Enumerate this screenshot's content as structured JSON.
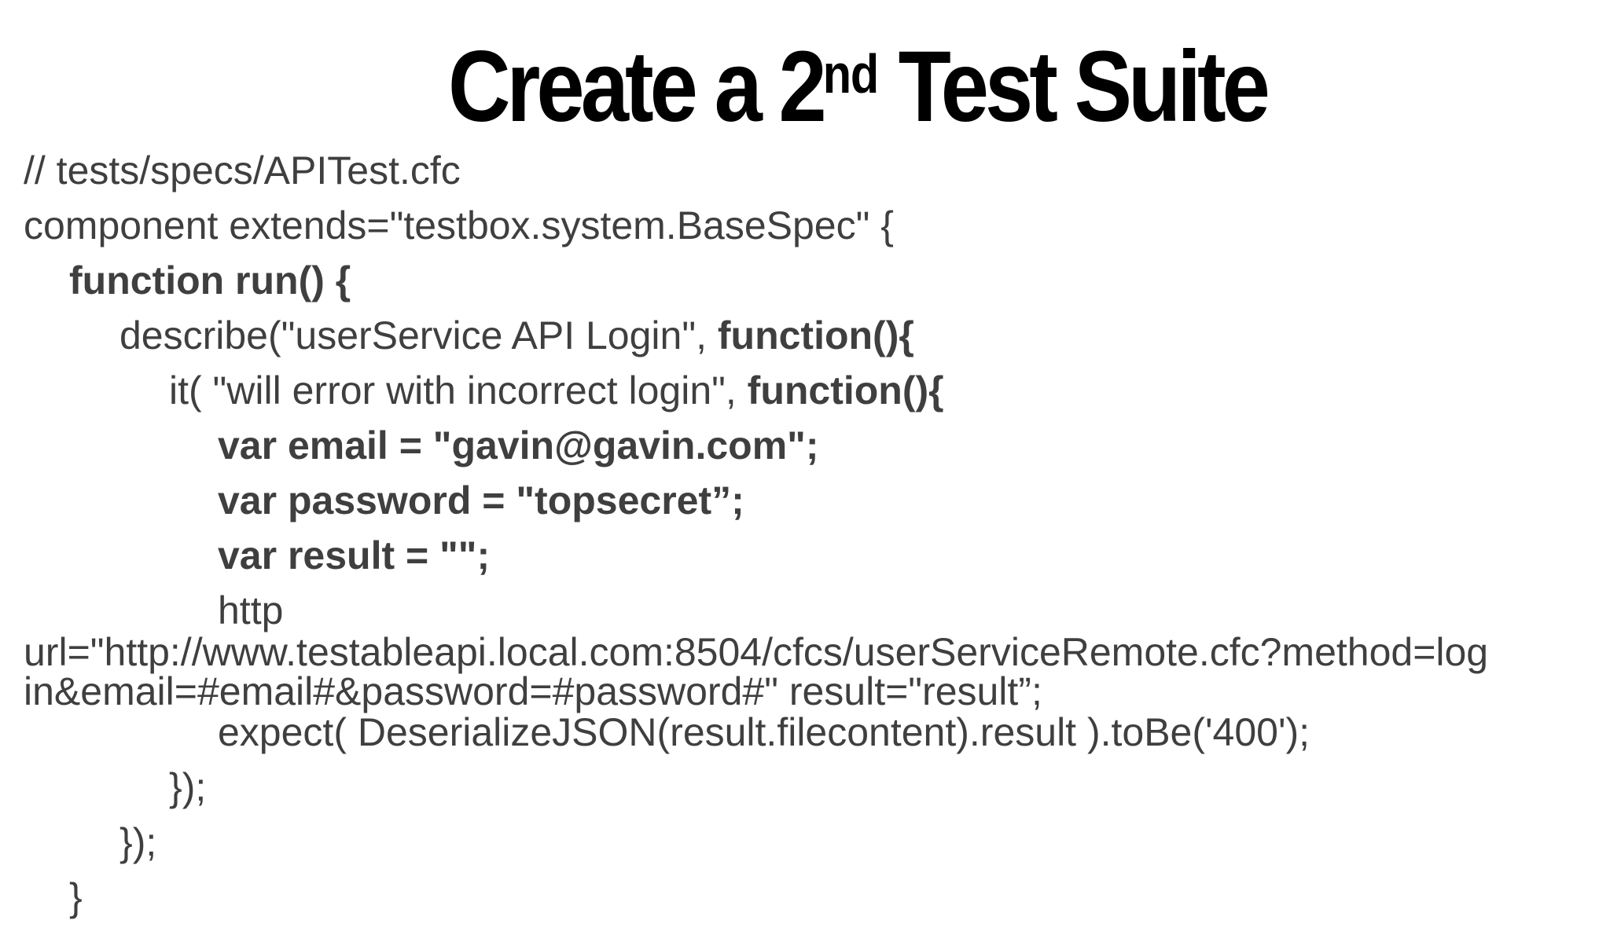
{
  "slide": {
    "colors": {
      "background": "#ffffff",
      "title_text": "#000000",
      "code_text": "#3f3f3f"
    },
    "title": {
      "prefix": "Create a 2",
      "superscript": "nd",
      "suffix": " Test Suite"
    },
    "code": {
      "lines": [
        {
          "indent": 0,
          "segments": [
            {
              "text": "// tests/specs/APITest.cfc",
              "bold": false
            }
          ]
        },
        {
          "indent": 0,
          "segments": [
            {
              "text": "component extends=\"testbox.system.BaseSpec\" {",
              "bold": false
            }
          ]
        },
        {
          "indent": 1,
          "segments": [
            {
              "text": "function run() {",
              "bold": true
            }
          ]
        },
        {
          "indent": 2,
          "segments": [
            {
              "text": "describe(\"userService API Login\", ",
              "bold": false
            },
            {
              "text": "function(){",
              "bold": true
            }
          ]
        },
        {
          "indent": 3,
          "segments": [
            {
              "text": "it( \"will error with incorrect login\", ",
              "bold": false
            },
            {
              "text": "function(){",
              "bold": true
            }
          ]
        },
        {
          "indent": 4,
          "segments": [
            {
              "text": "var email = \"gavin@gavin.com\";",
              "bold": true
            }
          ]
        },
        {
          "indent": 4,
          "segments": [
            {
              "text": "var password = \"topsecret”;",
              "bold": true
            }
          ]
        },
        {
          "indent": 4,
          "segments": [
            {
              "text": "var result = \"\";",
              "bold": true
            }
          ]
        },
        {
          "indent": 4,
          "segments": [
            {
              "text": "http",
              "bold": false
            }
          ]
        },
        {
          "indent": 0,
          "segments": [
            {
              "text": "url=\"http://www.testableapi.local.com:8504/cfcs/userServiceRemote.cfc?method=log",
              "bold": false
            }
          ]
        },
        {
          "indent": 0,
          "segments": [
            {
              "text": "in&email=#email#&password=#password#\" result=\"result”;",
              "bold": false
            }
          ]
        },
        {
          "indent": 4,
          "segments": [
            {
              "text": "expect( DeserializeJSON(result.filecontent).result ).toBe('400');",
              "bold": false
            }
          ]
        },
        {
          "indent": 3,
          "segments": [
            {
              "text": "});",
              "bold": false
            }
          ]
        },
        {
          "indent": 2,
          "segments": [
            {
              "text": "});",
              "bold": false
            }
          ]
        },
        {
          "indent": 1,
          "segments": [
            {
              "text": "}",
              "bold": false
            }
          ]
        }
      ]
    }
  }
}
